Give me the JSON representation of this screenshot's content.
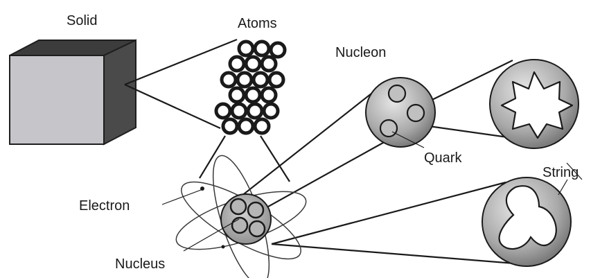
{
  "labels": {
    "solid": "Solid",
    "atoms": "Atoms",
    "nucleon": "Nucleon",
    "quark": "Quark",
    "string": "String",
    "electron": "Electron",
    "nucleus": "Nucleus"
  }
}
